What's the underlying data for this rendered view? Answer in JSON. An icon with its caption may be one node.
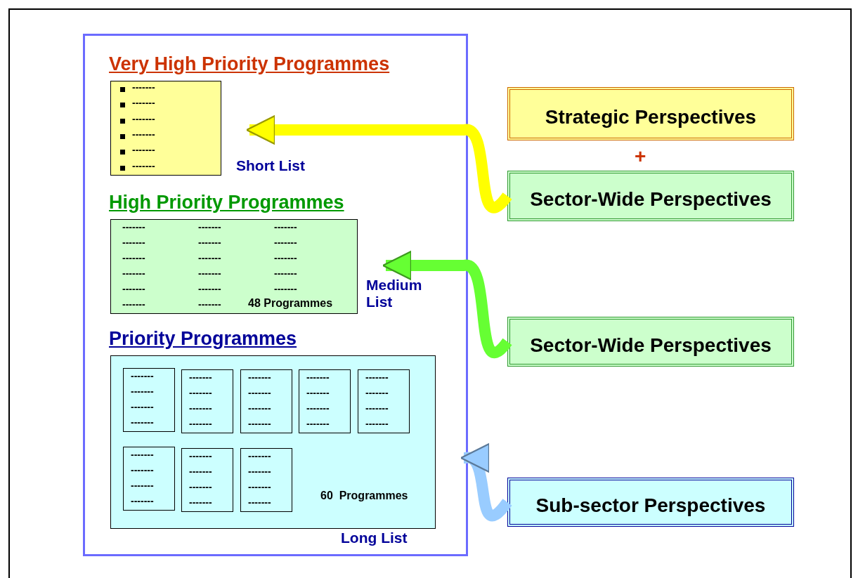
{
  "diagram": {
    "nodes": [
      {
        "text": [],
        "shape": "box"
      },
      {
        "text": [
          "Very High Priority Programmes",
          "-------",
          "-------",
          "-------",
          "-------",
          "-------",
          "-------"
        ],
        "beside": [
          "Short List"
        ],
        "in": 0
      },
      {
        "text": [
          "High Priority Programmes",
          "-------",
          "-------",
          "-------",
          "-------",
          "-------",
          "-------",
          "-------",
          "-------",
          "-------",
          "-------",
          "-------",
          "-------",
          "-------",
          "-------",
          "-------",
          "-------",
          "-------",
          "48 Programmes"
        ],
        "beside": [
          "Medium List"
        ],
        "in": 0
      },
      {
        "text": [
          "Priority Programmes",
          "60  Programmes"
        ],
        "beside": [
          "Long List"
        ],
        "in": 0
      },
      {
        "text": [
          "-------",
          "-------",
          "-------",
          "-------"
        ],
        "in": 3
      },
      {
        "text": [
          "-------",
          "-------",
          "-------",
          "-------"
        ],
        "in": 3
      },
      {
        "text": [
          "-------",
          "-------",
          "-------",
          "-------"
        ],
        "in": 3
      },
      {
        "text": [
          "-------",
          "-------",
          "-------",
          "-------"
        ],
        "in": 3
      },
      {
        "text": [
          "-------",
          "-------",
          "-------",
          "-------"
        ],
        "in": 3
      },
      {
        "text": [
          "-------",
          "-------",
          "-------",
          "-------"
        ],
        "in": 3
      },
      {
        "text": [
          "-------",
          "-------",
          "-------",
          "-------"
        ],
        "in": 3
      },
      {
        "text": [
          "-------",
          "-------",
          "-------",
          "-------"
        ],
        "in": 3
      },
      {
        "text": [
          "Strategic Perspectives"
        ]
      },
      {
        "text": [
          "Sector-Wide Perspectives"
        ]
      },
      {
        "text": [
          "Sector-Wide Perspectives"
        ]
      },
      {
        "text": [
          "Sub-sector Perspectives"
        ]
      }
    ],
    "edges": [
      {
        "from": 13,
        "to": 1,
        "arrow": "to",
        "color": "#ffff00"
      },
      {
        "from": 14,
        "to": 2,
        "arrow": "to",
        "color": "#66ff33"
      },
      {
        "from": 15,
        "to": 3,
        "arrow": "to",
        "color": "#99ccff"
      }
    ],
    "labels": [
      "+"
    ]
  }
}
